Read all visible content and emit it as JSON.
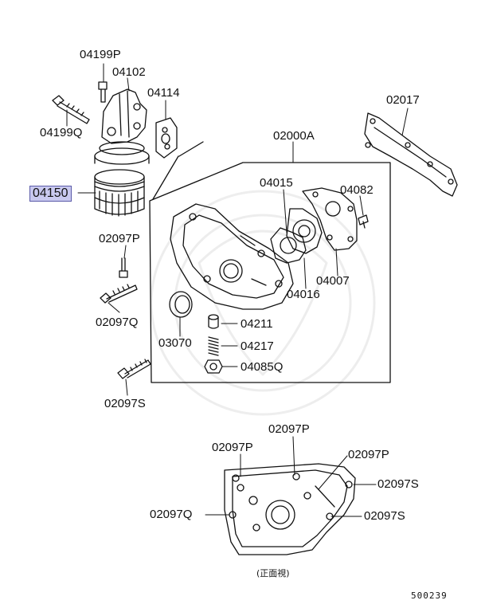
{
  "highlight_color": "#c9c9ef",
  "labels": {
    "p04199P": "04199P",
    "p04102": "04102",
    "p04114": "04114",
    "p04199Q": "04199Q",
    "p04150": "04150",
    "p02017": "02017",
    "p02000A": "02000A",
    "p04015": "04015",
    "p04082": "04082",
    "p02097P_a": "02097P",
    "p04007": "04007",
    "p04016": "04016",
    "p02097Q_a": "02097Q",
    "p03070": "03070",
    "p04211": "04211",
    "p04217": "04217",
    "p04085Q": "04085Q",
    "p02097S_a": "02097S",
    "p02097P_b": "02097P",
    "p02097P_c": "02097P",
    "p02097P_d": "02097P",
    "p02097S_b": "02097S",
    "p02097Q_b": "02097Q",
    "p02097S_c": "02097S"
  },
  "front_view": "(正面視)",
  "diagram_code": "500239"
}
